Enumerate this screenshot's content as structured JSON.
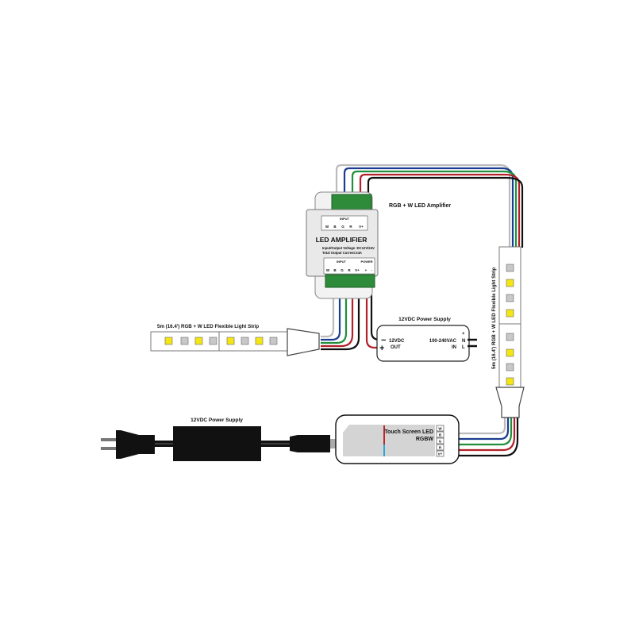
{
  "amplifier": {
    "caption": "RGB + W LED Amplifier",
    "title": "LED AMPLIFIER",
    "spec_voltage": "Input/Output Voltage :DC12V/24V",
    "spec_current": "Total Output Current:24A",
    "input_label": "INPUT",
    "power_label": "POWER",
    "terminals": [
      "W",
      "B",
      "G",
      "R",
      "V+"
    ],
    "power_terminals": [
      "+",
      "-"
    ]
  },
  "strip_horizontal": {
    "caption": "5m (16.4') RGB + W LED Flexible Light Strip"
  },
  "strip_vertical": {
    "caption": "5m (16.4') RGB + W LED Flexible Light Strip"
  },
  "small_psu": {
    "caption": "12VDC Power Supply",
    "minus": "−",
    "plus": "+",
    "out_voltage": "12VDC",
    "out_label": "OUT",
    "in_voltage": "100-240VAC",
    "in_label": "IN",
    "ground": "+",
    "n": "N",
    "l": "L"
  },
  "big_psu": {
    "caption": "12VDC Power Supply"
  },
  "controller": {
    "title_line1": "Touch Screen LED",
    "title_line2": "RGBW",
    "terminals": [
      "W",
      "B",
      "G",
      "R",
      "V+"
    ]
  },
  "wire_colors": {
    "white": "#e6e6e6",
    "blue": "#1b3d91",
    "green": "#1f8f3c",
    "red": "#b3202a",
    "black": "#111111"
  },
  "led_colors": {
    "yellow": "#f4e614",
    "gray": "#c8c8c8"
  }
}
